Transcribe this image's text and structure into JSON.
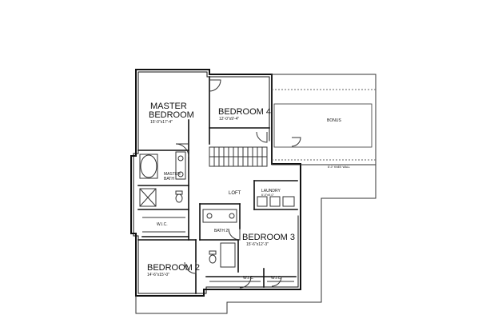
{
  "rooms": {
    "master_bedroom": {
      "label_line1": "MASTER",
      "label_line2": "BEDROOM",
      "dims": "15'-0\"x17'-4\""
    },
    "bedroom4": {
      "label": "BEDROOM 4",
      "dims": "12'-0\"x9'-4\""
    },
    "bonus": {
      "label": "BONUS",
      "dims": ""
    },
    "master_bath": {
      "label_line1": "MASTER",
      "label_line2": "BATH"
    },
    "master_wic": {
      "label": "W.I.C."
    },
    "loft": {
      "label": "LOFT"
    },
    "laundry": {
      "label": "LAUNDRY",
      "dims": "6'-0\"x6'-0\""
    },
    "bath2": {
      "label": "BATH 2"
    },
    "bedroom3": {
      "label": "BEDROOM 3",
      "dims": "15'-6\"x12'-3\""
    },
    "bedroom2": {
      "label": "BEDROOM 2",
      "dims": "14'-6\"x15'-0\""
    },
    "wic_a": {
      "label": "W.I.C."
    },
    "wic_b": {
      "label": "W.I.C."
    }
  },
  "notes": {
    "wall_note": "8'-0\" KNEE WALL"
  },
  "colors": {
    "line": "#111111",
    "background": "#ffffff"
  }
}
